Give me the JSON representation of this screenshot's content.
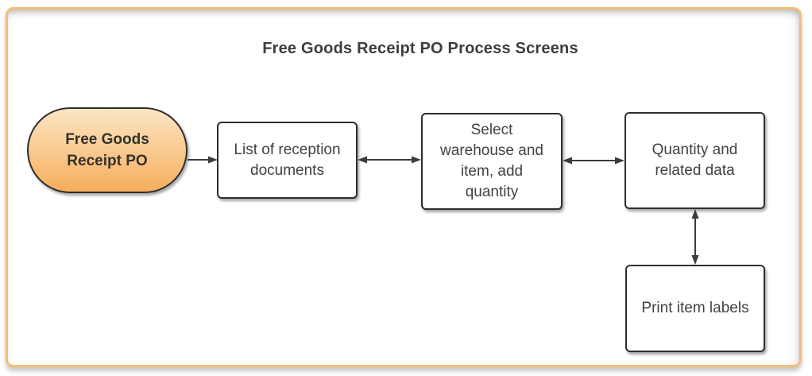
{
  "colors": {
    "frame_border": "#F4BE76",
    "node_border": "#2E2E2E",
    "arrow": "#3C3C3C",
    "text": "#424242",
    "title_text": "#3D3D3D",
    "start_top": "#FCE6C5",
    "start_bottom": "#F6AE5D"
  },
  "diagram": {
    "title": "Free Goods Receipt PO Process Screens",
    "nodes": {
      "start": {
        "type": "terminator",
        "label": "Free Goods Receipt PO",
        "lines": [
          "Free Goods",
          "Receipt PO"
        ]
      },
      "reception_list": {
        "type": "process",
        "label": "List of reception documents",
        "lines": [
          "List of reception",
          "documents"
        ]
      },
      "select_warehouse": {
        "type": "process",
        "label": "Select warehouse and item, add quantity",
        "lines": [
          "Select",
          "warehouse and",
          "item, add",
          "quantity"
        ]
      },
      "quantity_data": {
        "type": "process",
        "label": "Quantity and related data",
        "lines": [
          "Quantity and",
          "related data"
        ]
      },
      "print_labels": {
        "type": "process",
        "label": "Print item labels",
        "lines": [
          "Print item labels"
        ]
      }
    },
    "connectors": [
      {
        "from": "start",
        "to": "reception_list",
        "orientation": "horizontal",
        "arrowheads": "end"
      },
      {
        "from": "reception_list",
        "to": "select_warehouse",
        "orientation": "horizontal",
        "arrowheads": "both"
      },
      {
        "from": "select_warehouse",
        "to": "quantity_data",
        "orientation": "horizontal",
        "arrowheads": "both"
      },
      {
        "from": "quantity_data",
        "to": "print_labels",
        "orientation": "vertical",
        "arrowheads": "both"
      }
    ]
  }
}
